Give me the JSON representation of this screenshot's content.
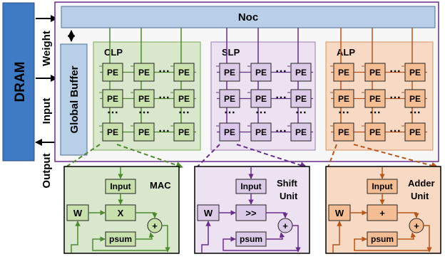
{
  "colors": {
    "noc_fill": "#b9cfe8",
    "clp_fill": "#d9e8cc",
    "clp_line": "#4d8a2e",
    "slp_fill": "#ece2f2",
    "slp_line": "#6a2d8e",
    "alp_fill": "#f8d9c4",
    "alp_line": "#b8561a",
    "pe_green": "#c8e0ab",
    "pe_purple": "#dccbe8",
    "pe_orange": "#f5bd93",
    "outer_border": "#6a2d8e"
  },
  "labels": {
    "dram": "DRAM",
    "weight": "Weight",
    "input": "Input",
    "output": "Output",
    "global_buffer": "Global Buffer",
    "noc": "Noc",
    "clp": "CLP",
    "slp": "SLP",
    "alp": "ALP",
    "pe": "PE",
    "hdots": "⋯",
    "vdots": "⋯"
  },
  "units": {
    "mac": {
      "title": "MAC",
      "input": "Input",
      "w": "W",
      "op": "X",
      "psum": "psum",
      "plus": "+"
    },
    "shift": {
      "title_line1": "Shift",
      "title_line2": "Unit",
      "input": "Input",
      "w": "W",
      "op": ">>",
      "psum": "psum",
      "plus": "+"
    },
    "adder": {
      "title_line1": "Adder",
      "title_line2": "Unit",
      "input": "Input",
      "w": "W",
      "op": "+",
      "psum": "psum",
      "plus": "+"
    }
  }
}
